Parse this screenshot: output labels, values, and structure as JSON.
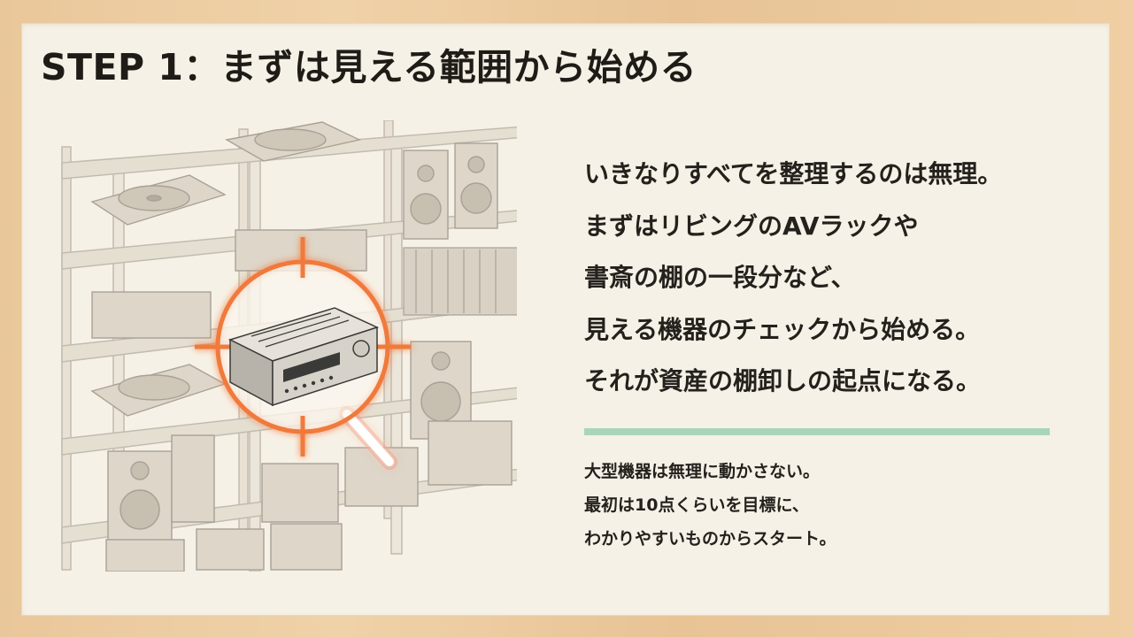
{
  "slide": {
    "title": "STEP 1：まずは見える範囲から始める",
    "main_lines": [
      "いきなりすべてを整理するのは無理。",
      "まずはリビングのAVラックや",
      "書斎の棚の一段分など、",
      "見える機器のチェックから始める。",
      "それが資産の棚卸しの起点になる。"
    ],
    "sub_lines": [
      "大型機器は無理に動かさない。",
      "最初は10点くらいを目標に、",
      "わかりやすいものからスタート。"
    ]
  },
  "colors": {
    "frame": "#ecc99c",
    "board": "#f6f1e6",
    "text": "#24211d",
    "divider": "#a9d5bc",
    "accent": "#f07a3a"
  },
  "illustration": {
    "subject": "shelf-with-av-equipment",
    "icons": [
      "turntable-icon",
      "speaker-icon",
      "receiver-icon",
      "record-crate-icon",
      "magnifier-target-icon"
    ]
  }
}
